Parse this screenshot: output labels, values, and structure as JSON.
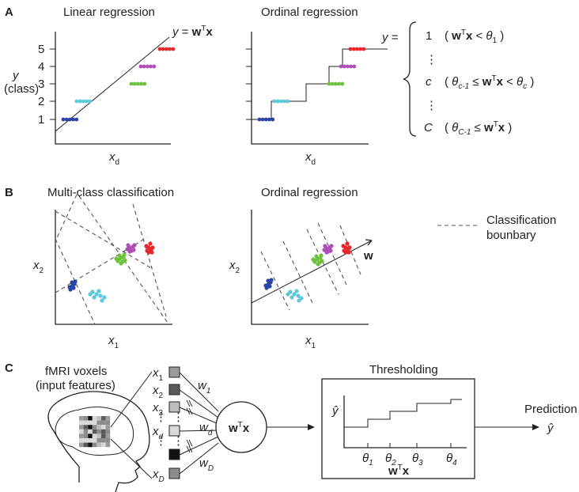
{
  "panel_a": {
    "letter": "A",
    "linear_title": "Linear regression",
    "ordinal_title": "Ordinal regression",
    "equation_y": "y",
    "equation_eq": " = ",
    "equation_w": "w",
    "equation_T": "T",
    "equation_x": "x",
    "ylabel": "y",
    "ylabel2": "(class)",
    "xlabel": "x",
    "xlabel_sub": "d",
    "ticks": [
      "1",
      "2",
      "3",
      "4",
      "5"
    ],
    "piecewise_lhs": "y =",
    "cases": [
      {
        "value": "1",
        "cond_pre": "( ",
        "cond_w": "w",
        "cond_T": "T",
        "cond_x": "x",
        "cond_op": " < ",
        "cond_theta": "θ",
        "cond_sub": "1",
        "cond_post": " )"
      },
      {
        "value": "c",
        "cond_pre": "( ",
        "cond_theta_a": "θ",
        "cond_sub_a": "c-1",
        "cond_op1": " ≤ ",
        "cond_w": "w",
        "cond_T": "T",
        "cond_x": "x",
        "cond_op2": " < ",
        "cond_theta_b": "θ",
        "cond_sub_b": "c",
        "cond_post": " )"
      },
      {
        "value": "C",
        "cond_pre": "( ",
        "cond_theta": "θ",
        "cond_sub": "C-1",
        "cond_op": " ≤ ",
        "cond_w": "w",
        "cond_T": "T",
        "cond_x": "x",
        "cond_post": " )"
      }
    ],
    "vdots": "⋮"
  },
  "panel_b": {
    "letter": "B",
    "mc_title": "Multi-class classification",
    "ord_title": "Ordinal regression",
    "x1": "x",
    "x1_sub": "1",
    "x2": "x",
    "x2_sub": "2",
    "w_label": "w",
    "legend_text_1": "Classification",
    "legend_text_2": "bounbary"
  },
  "panel_c": {
    "letter": "C",
    "voxels_1": "fMRI voxels",
    "voxels_2": "(input features)",
    "feature_x": "x",
    "feature_subs": [
      "1",
      "2",
      "3",
      "d",
      "D"
    ],
    "weight_w": "w",
    "weight_subs": [
      "1",
      "d",
      "D"
    ],
    "node_w": "w",
    "node_T": "T",
    "node_x": "x",
    "thresholding_title": "Thresholding",
    "yhat": "ŷ",
    "thetas": [
      "θ",
      "θ",
      "θ",
      "θ"
    ],
    "theta_subs": [
      "1",
      "2",
      "3",
      "4"
    ],
    "axis_w": "w",
    "axis_T": "T",
    "axis_x": "x",
    "prediction": "Prediction",
    "prediction_yhat": "ŷ",
    "dots": "⋮"
  },
  "colors": {
    "class1": "#2a45a8",
    "class2": "#5cc8d8",
    "class3": "#6cc23c",
    "class4": "#b04eb8",
    "class5": "#e8282a",
    "voxel_shades": [
      "#9a9a9a",
      "#5a5a5a",
      "#bdbdbd",
      "#d9d9d9",
      "#111111",
      "#8c8c8c"
    ]
  }
}
